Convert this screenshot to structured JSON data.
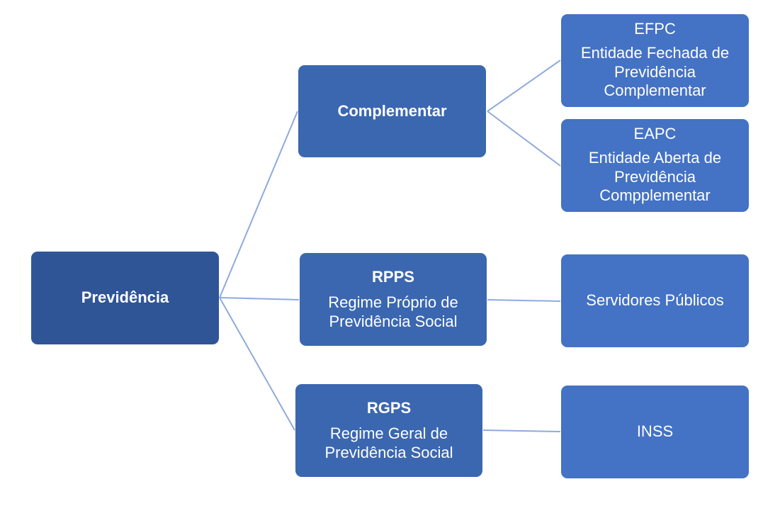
{
  "nodes": {
    "previdencia": {
      "title": "Previdência"
    },
    "complementar": {
      "title": "Complementar"
    },
    "rpps": {
      "title": "RPPS",
      "desc": "Regime Próprio de Previdência Social"
    },
    "rgps": {
      "title": "RGPS",
      "desc": "Regime Geral de Previdência Social"
    },
    "efpc": {
      "title": "EFPC",
      "desc": "Entidade Fechada de Previdência Complementar"
    },
    "eapc": {
      "title": "EAPC",
      "desc": "Entidade Aberta de Previdência Compplementar"
    },
    "servidores": {
      "title": "Servidores Públicos"
    },
    "inss": {
      "title": "INSS"
    }
  },
  "colors": {
    "root": "#2f5597",
    "mid": "#3b67b0",
    "leaf": "#4472c4",
    "connector": "#8faadc",
    "text": "#ffffff"
  }
}
